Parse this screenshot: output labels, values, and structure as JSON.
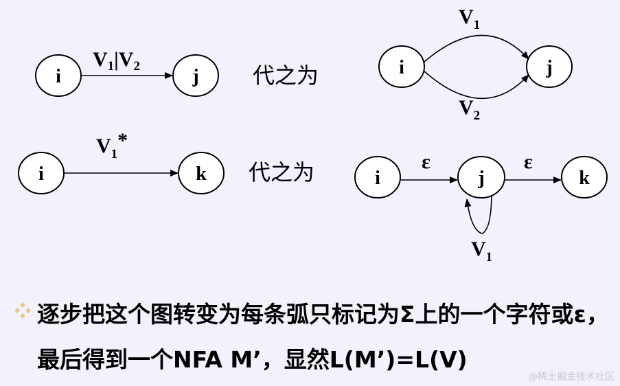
{
  "row1": {
    "left": {
      "from": "i",
      "to": "j",
      "label_v1": "V",
      "label_v1_sub": "1",
      "label_sep": "|",
      "label_v2": "V",
      "label_v2_sub": "2"
    },
    "replace_text": "代之为",
    "right": {
      "from": "i",
      "to": "j",
      "top_label": "V",
      "top_sub": "1",
      "bottom_label": "V",
      "bottom_sub": "2"
    }
  },
  "row2": {
    "left": {
      "from": "i",
      "to": "k",
      "label": "V",
      "label_sub": "1",
      "label_star": "*"
    },
    "replace_text": "代之为",
    "right": {
      "n1": "i",
      "n2": "j",
      "n3": "k",
      "eps1": "ε",
      "eps2": "ε",
      "loop_label": "V",
      "loop_sub": "1"
    }
  },
  "bullet": {
    "text": "逐步把这个图转变为每条弧只标记为Σ上的一个字符或ε，最后得到一个NFA M’，显然L(M’)=L(V)",
    "icon": "diamond-bullet-icon",
    "icon_color": "#E8C880"
  },
  "watermark": "@稀土掘金技术社区",
  "colors": {
    "background": "#F3F2FC",
    "stroke": "#000000"
  }
}
